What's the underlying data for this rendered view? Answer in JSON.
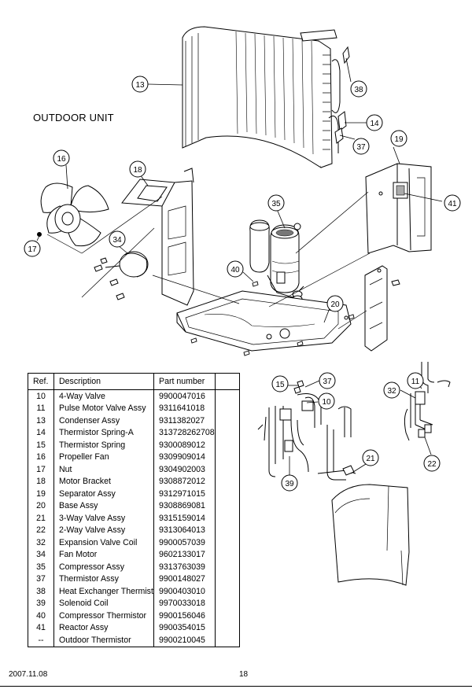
{
  "title": "OUTDOOR UNIT",
  "table": {
    "headers": [
      "Ref.",
      "Description",
      "Part number",
      ""
    ],
    "rows": [
      {
        "ref": "10",
        "description": "4-Way Valve",
        "part": "9900047016"
      },
      {
        "ref": "11",
        "description": "Pulse Motor Valve Assy",
        "part": "9311641018"
      },
      {
        "ref": "13",
        "description": "Condenser Assy",
        "part": "9311382027"
      },
      {
        "ref": "14",
        "description": "Thermistor Spring-A",
        "part": "313728262708"
      },
      {
        "ref": "15",
        "description": "Thermistor Spring",
        "part": "9300089012"
      },
      {
        "ref": "16",
        "description": "Propeller Fan",
        "part": "9309909014"
      },
      {
        "ref": "17",
        "description": "Nut",
        "part": "9304902003"
      },
      {
        "ref": "18",
        "description": "Motor Bracket",
        "part": "9308872012"
      },
      {
        "ref": "19",
        "description": "Separator Assy",
        "part": "9312971015"
      },
      {
        "ref": "20",
        "description": "Base Assy",
        "part": "9308869081"
      },
      {
        "ref": "21",
        "description": "3-Way Valve Assy",
        "part": "9315159014"
      },
      {
        "ref": "22",
        "description": "2-Way Valve Assy",
        "part": "9313064013"
      },
      {
        "ref": "32",
        "description": "Expansion Valve Coil",
        "part": "9900057039"
      },
      {
        "ref": "34",
        "description": "Fan Motor",
        "part": "9602133017"
      },
      {
        "ref": "35",
        "description": "Compressor Assy",
        "part": "9313763039"
      },
      {
        "ref": "37",
        "description": "Thermistor Assy",
        "part": "9900148027"
      },
      {
        "ref": "38",
        "description": "Heat Exchanger Thermistor",
        "part": "9900403010"
      },
      {
        "ref": "39",
        "description": "Solenoid Coil",
        "part": "9970033018"
      },
      {
        "ref": "40",
        "description": "Compressor Thermistor",
        "part": "9900156046"
      },
      {
        "ref": "41",
        "description": "Reactor Assy",
        "part": "9900354015"
      },
      {
        "ref": "--",
        "description": "Outdoor Thermistor",
        "part": "9900210045"
      }
    ]
  },
  "callouts": {
    "c13": "13",
    "c38": "38",
    "c14": "14",
    "c37a": "37",
    "c19": "19",
    "c41": "41",
    "c16": "16",
    "c18": "18",
    "c35": "35",
    "c34": "34",
    "c17": "17",
    "c40": "40",
    "c20": "20",
    "c15": "15",
    "c37b": "37",
    "c10": "10",
    "c11": "11",
    "c32": "32",
    "c22": "22",
    "c21": "21",
    "c39": "39"
  },
  "footer": {
    "date": "2007.11.08",
    "page": "18"
  }
}
